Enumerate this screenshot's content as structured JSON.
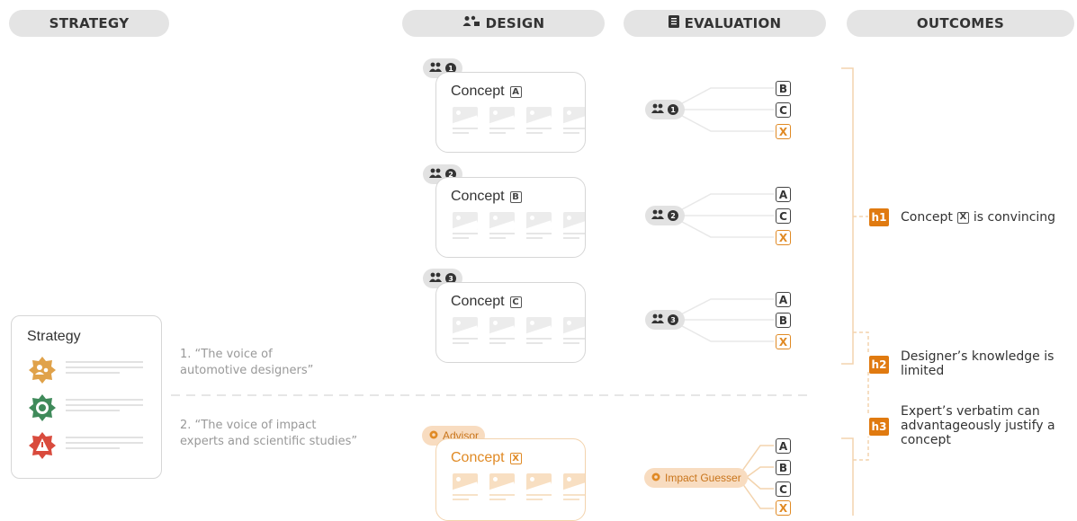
{
  "headers": {
    "strategy": "STRATEGY",
    "design": "DESIGN",
    "evaluation": "EVALUATION",
    "outcomes": "OUTCOMES"
  },
  "strategy_card": {
    "title": "Strategy",
    "icon_colors": [
      "#e0a24a",
      "#3f8a5a",
      "#d94b3d"
    ]
  },
  "quotes": {
    "q1": "1. “The voice of\nautomotive designers”",
    "q2": "2. “The voice of impact\nexperts and scientific studies”"
  },
  "design": {
    "concept_word": "Concept",
    "concepts": [
      {
        "designer_num": "1",
        "letter": "A"
      },
      {
        "designer_num": "2",
        "letter": "B"
      },
      {
        "designer_num": "3",
        "letter": "C"
      },
      {
        "tag": "Advisor",
        "letter": "X"
      }
    ]
  },
  "evaluation": {
    "groups": [
      {
        "evaluator_num": "1",
        "letters": [
          "B",
          "C",
          "X"
        ]
      },
      {
        "evaluator_num": "2",
        "letters": [
          "A",
          "C",
          "X"
        ]
      },
      {
        "evaluator_num": "3",
        "letters": [
          "A",
          "B",
          "X"
        ]
      },
      {
        "evaluator_tag": "Impact Guesser",
        "letters": [
          "A",
          "B",
          "C",
          "X"
        ]
      }
    ]
  },
  "outcomes": {
    "h1": {
      "badge": "h1",
      "text_pre": "Concept",
      "letter": "X",
      "text_post": "is convincing"
    },
    "h2": {
      "badge": "h2",
      "text": "Designer’s knowledge is\nlimited"
    },
    "h3": {
      "badge": "h3",
      "text": "Expert’s verbatim can\nadvantageously justify a\nconcept"
    }
  },
  "colors": {
    "accent_orange": "#e07a10",
    "light_orange": "#f3d3ad",
    "header_gray": "#e4e4e4"
  }
}
